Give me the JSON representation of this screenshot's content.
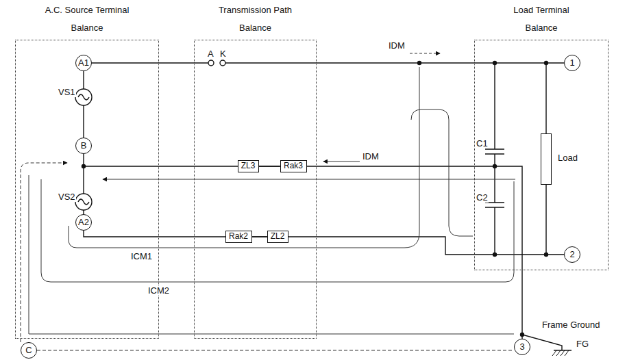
{
  "diagram": {
    "nodes": [
      {
        "text": [
          "A.C. Source Terminal Balance"
        ]
      },
      {
        "text": [
          "A1"
        ],
        "in": 0
      },
      {
        "text": [
          "B"
        ],
        "in": 0
      },
      {
        "text": [
          "A2"
        ],
        "in": 0
      },
      {
        "text": [
          "Transmission Path Balance"
        ]
      },
      {
        "text": [
          "ZL3"
        ],
        "in": 4
      },
      {
        "text": [
          "Rak3"
        ],
        "in": 4
      },
      {
        "text": [
          "Rak2"
        ],
        "in": 4
      },
      {
        "text": [
          "ZL2"
        ],
        "in": 4
      },
      {
        "text": [
          "Load Terminal Balance"
        ]
      },
      {
        "text": [
          "1"
        ],
        "in": 9
      },
      {
        "text": [
          "Load"
        ],
        "in": 9
      },
      {
        "text": [
          "2"
        ],
        "in": 9
      },
      {
        "text": [
          "C"
        ]
      },
      {
        "text": [
          "3"
        ]
      }
    ],
    "edges": [
      {
        "from": 5,
        "to": 6,
        "arrow": "none"
      },
      {
        "from": 7,
        "to": 8,
        "arrow": "none"
      }
    ],
    "labels": [
      "A",
      "K",
      "IDM",
      "IDM",
      "VS1",
      "VS2",
      "C1",
      "C2",
      "ICM1",
      "ICM2",
      "Frame Ground",
      "FG"
    ]
  }
}
